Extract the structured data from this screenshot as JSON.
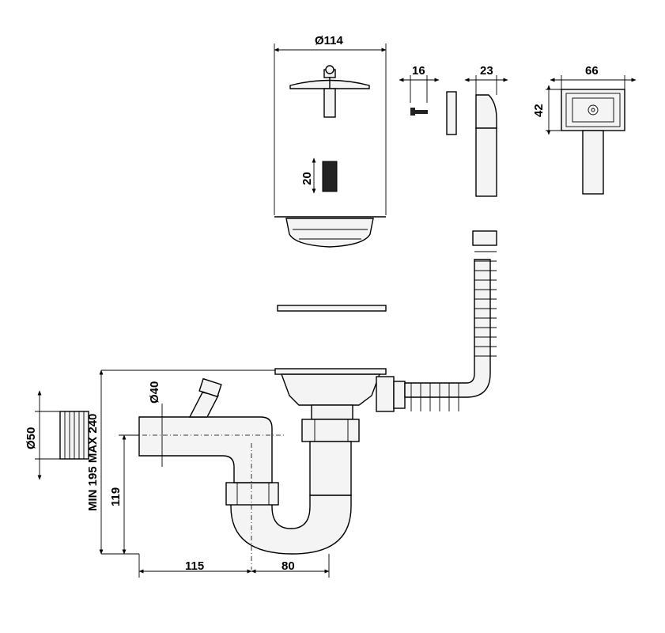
{
  "dimensions": {
    "strainer_diameter": "Ø114",
    "screw_length": "16",
    "overflow_depth": "23",
    "overflow_width": "66",
    "overflow_height": "42",
    "bolt_length": "20",
    "inlet_diameter": "Ø40",
    "outlet_diameter": "Ø50",
    "height_range": "MIN 195 MAX 240",
    "trap_height": "119",
    "outlet_offset": "115",
    "trap_offset": "80"
  }
}
